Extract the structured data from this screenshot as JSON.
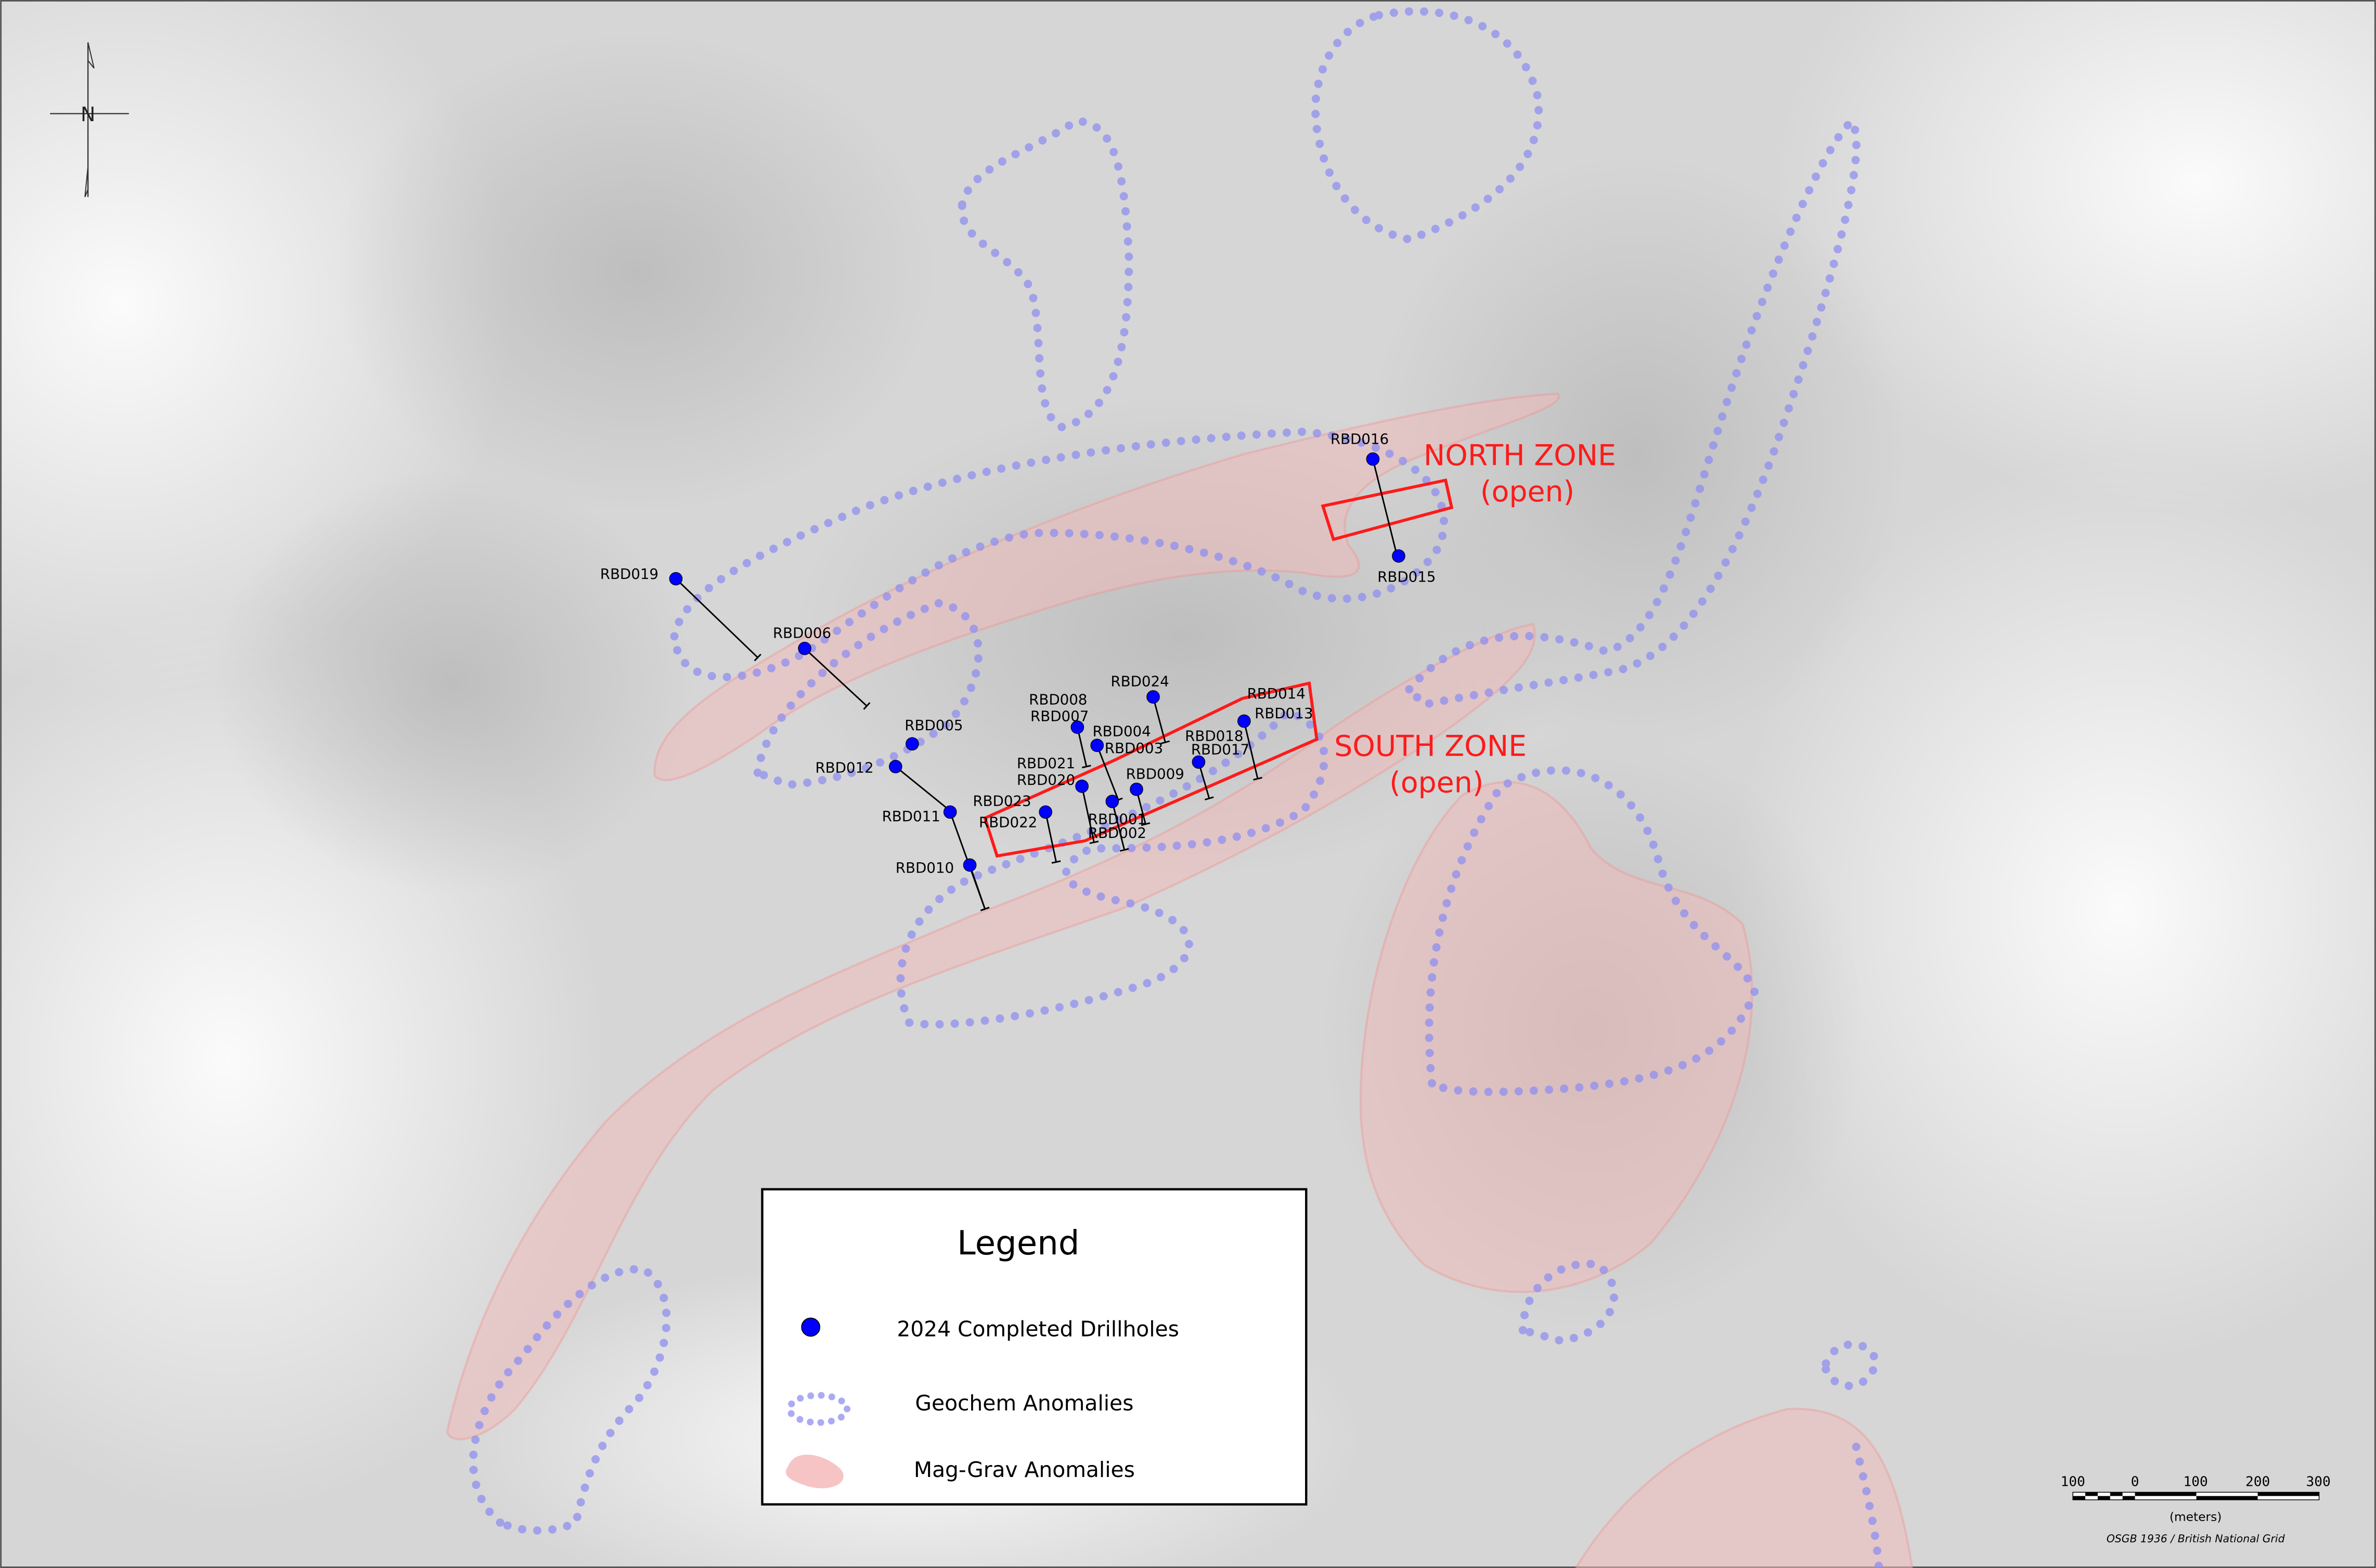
{
  "map": {
    "zones": [
      {
        "name": "NORTH ZONE",
        "status": "(open)"
      },
      {
        "name": "SOUTH ZONE",
        "status": "(open)"
      }
    ],
    "drillholes": [
      "RBD019",
      "RBD006",
      "RBD005",
      "RBD012",
      "RBD011",
      "RBD010",
      "RBD008",
      "RBD007",
      "RBD004",
      "RBD003",
      "RBD024",
      "RBD021",
      "RBD020",
      "RBD023",
      "RBD022",
      "RBD001",
      "RBD002",
      "RBD009",
      "RBD018",
      "RBD017",
      "RBD014",
      "RBD013",
      "RBD016",
      "RBD015"
    ],
    "north_arrow": "N",
    "colors": {
      "drillhole": "#0000ff",
      "zone": "#ff1a1a",
      "geochem": "#8f8fef",
      "maggrav": "#f2b9b9"
    }
  },
  "legend": {
    "title": "Legend",
    "items": [
      {
        "icon": "drillhole-dot-icon",
        "label": "2024 Completed Drillholes"
      },
      {
        "icon": "geochem-dotted-loop-icon",
        "label": "Geochem Anomalies"
      },
      {
        "icon": "maggrav-blob-icon",
        "label": "Mag-Grav Anomalies"
      }
    ]
  },
  "scale_bar": {
    "ticks": [
      "100",
      "0",
      "100",
      "200",
      "300"
    ],
    "unit": "(meters)",
    "crs": "OSGB 1936 / British National Grid"
  }
}
